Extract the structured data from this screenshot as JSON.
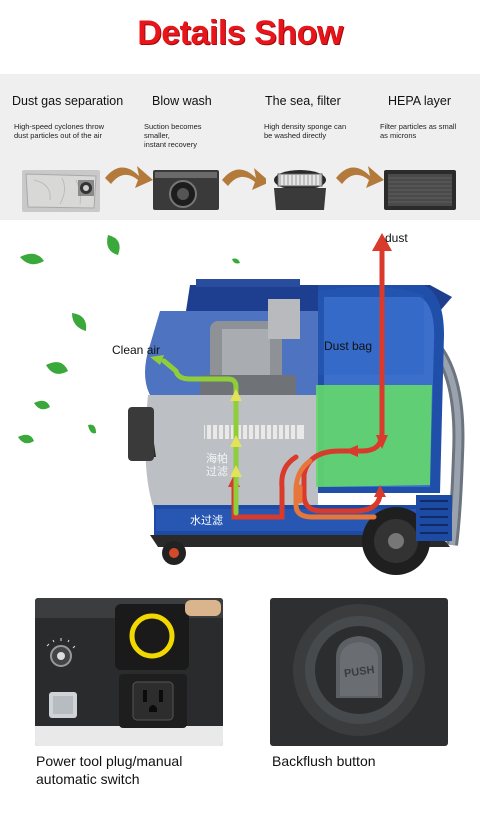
{
  "header": {
    "title": "Details Show"
  },
  "steps": [
    {
      "title": "Dust gas separation",
      "desc": [
        "High-speed cyclones throw",
        "dust particles out of the air"
      ],
      "icon": "filter-bag"
    },
    {
      "title": "Blow wash",
      "desc": [
        "Suction becomes",
        "smaller,",
        "instant recovery"
      ],
      "icon": "blow-port"
    },
    {
      "title": "The sea, filter",
      "desc": [
        "High density sponge can",
        "be washed directly"
      ],
      "icon": "sponge-filter"
    },
    {
      "title": "HEPA layer",
      "desc": [
        "Filter particles as small",
        "as microns"
      ],
      "icon": "hepa-panel"
    }
  ],
  "diagram": {
    "label_dust": "dust",
    "label_clean_air": "Clean air",
    "label_dust_bag": "Dust bag",
    "label_sponge": [
      "海帕",
      "过滤"
    ],
    "label_water": "水过滤",
    "colors": {
      "dust_flow": "#d93a2b",
      "clean_flow": "#8fce3a",
      "tank": "#1f4fa8",
      "bag": "#64d86a"
    }
  },
  "photos": [
    {
      "caption": [
        "Power tool plug/manual",
        "automatic switch"
      ],
      "icon": "power-socket"
    },
    {
      "caption": [
        "Backflush button"
      ],
      "icon": "backflush-button",
      "button_text": "PUSH"
    }
  ]
}
